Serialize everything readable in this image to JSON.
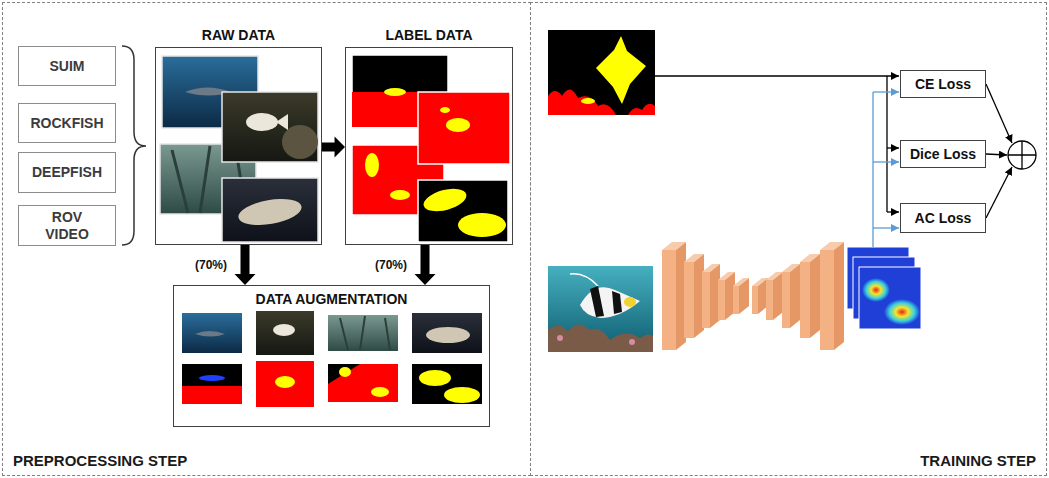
{
  "diagram": {
    "nodes": [
      {
        "text": [
          "PREPROCESSING STEP"
        ]
      },
      {
        "text": [
          "SUIM"
        ],
        "in": 0
      },
      {
        "text": [
          "ROCKFISH"
        ],
        "in": 0
      },
      {
        "text": [
          "DEEPFISH"
        ],
        "in": 0
      },
      {
        "text": [
          "ROV VIDEO"
        ],
        "in": 0
      },
      {
        "text": [
          "RAW DATA"
        ],
        "in": 0
      },
      {
        "text": [
          "LABEL DATA"
        ],
        "in": 0
      },
      {
        "text": [
          "DATA AUGMENTATION"
        ],
        "in": 0
      },
      {
        "text": [
          "TRAINING STEP"
        ]
      },
      {
        "text": [
          "CE Loss"
        ],
        "in": 8
      },
      {
        "text": [
          "Dice Loss"
        ],
        "in": 8
      },
      {
        "text": [
          "AC Loss"
        ],
        "in": 8
      }
    ],
    "edges": [
      {
        "from": 5,
        "to": 6,
        "arrow": "to"
      },
      {
        "from": 5,
        "to": 7,
        "arrow": "to",
        "label": "(70%)"
      },
      {
        "from": 6,
        "to": 7,
        "arrow": "to",
        "label": "(70%)"
      }
    ]
  }
}
